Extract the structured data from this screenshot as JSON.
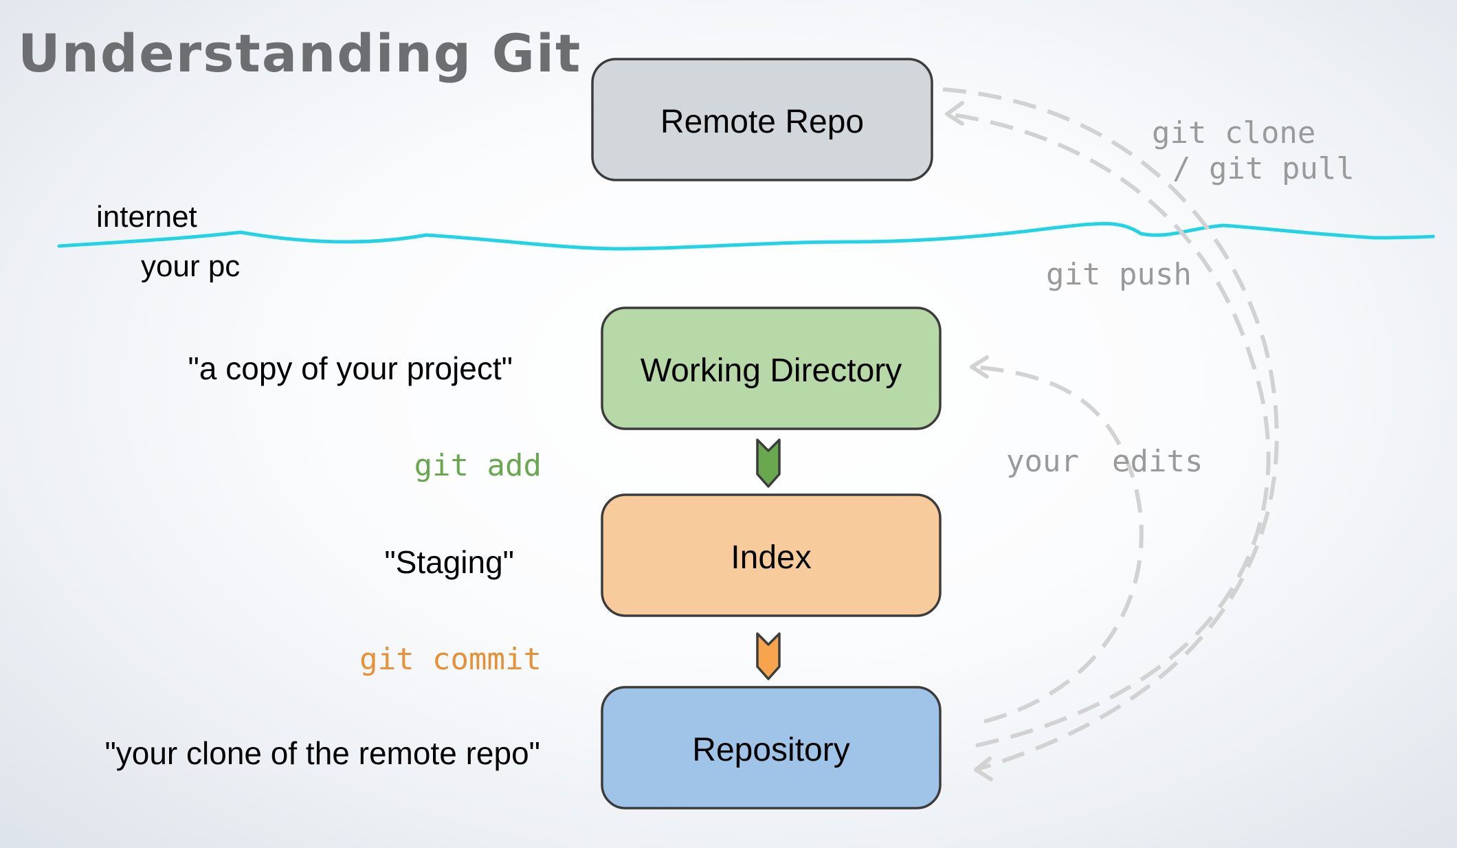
{
  "title": "Understanding Git",
  "zones": {
    "upper": "internet",
    "lower": "your pc"
  },
  "boxes": {
    "remote": {
      "label": "Remote Repo",
      "color": "#d1d7da"
    },
    "working": {
      "label": "Working Directory",
      "color": "#b7d9a8"
    },
    "index": {
      "label": "Index",
      "color": "#f8cb9c"
    },
    "repository": {
      "label": "Repository",
      "color": "#9fc4e7"
    }
  },
  "descriptions": {
    "working": "\"a copy of your project\"",
    "index": "\"Staging\"",
    "repository": "\"your clone of the remote repo\""
  },
  "commands": {
    "add": {
      "label": "git add",
      "color": "#6aa84f"
    },
    "commit": {
      "label": "git commit",
      "color": "#e69138"
    },
    "clone_line1": "git clone",
    "clone_line2": "/ git pull",
    "push": "git push",
    "edits_word1": "your",
    "edits_word2": "edits"
  },
  "colors": {
    "boundary_line": "#22d3e6",
    "dashed_arrows": "#d2d2d2",
    "box_border": "#3c3c3c"
  }
}
